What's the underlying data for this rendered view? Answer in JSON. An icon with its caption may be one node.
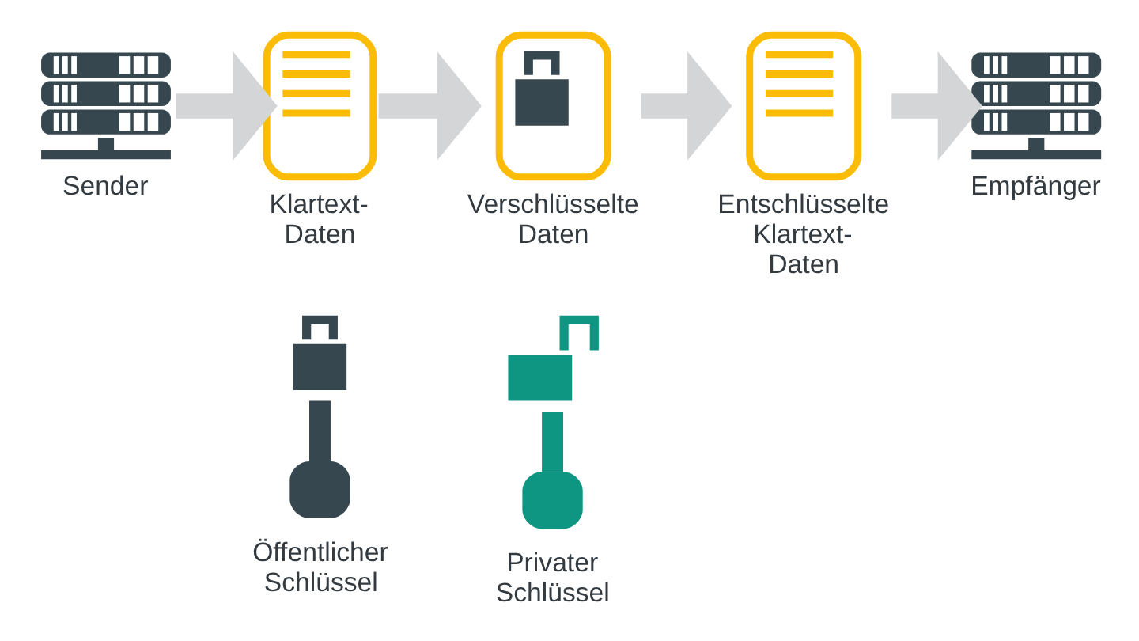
{
  "diagram": {
    "nodes": [
      {
        "text": [
          "Sender"
        ]
      },
      {
        "text": [
          "Klartext-Daten"
        ]
      },
      {
        "text": [
          "Verschlüsselte Daten"
        ]
      },
      {
        "text": [
          "Entschlüsselte Klartext-Daten"
        ]
      },
      {
        "text": [
          "Empfänger"
        ]
      },
      {
        "text": [
          "Öffentlicher Schlüssel"
        ]
      },
      {
        "text": [
          "Privater Schlüssel"
        ]
      }
    ],
    "edges": [
      {
        "from": 0,
        "to": 1,
        "arrow": "to"
      },
      {
        "from": 1,
        "to": 2,
        "arrow": "to"
      },
      {
        "from": 2,
        "to": 3,
        "arrow": "to"
      },
      {
        "from": 3,
        "to": 4,
        "arrow": "to"
      }
    ]
  }
}
